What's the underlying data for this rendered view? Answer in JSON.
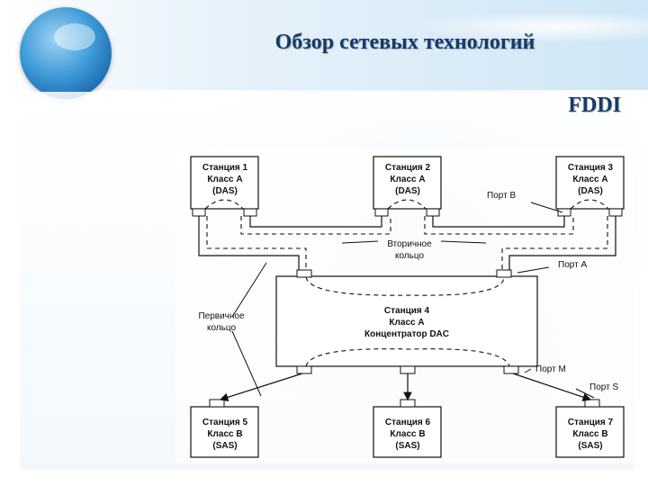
{
  "header": {
    "title": "Обзор сетевых технологий",
    "subtitle": "FDDI"
  },
  "stations": {
    "s1": [
      "Станция 1",
      "Класс A",
      "(DAS)"
    ],
    "s2": [
      "Станция 2",
      "Класс A",
      "(DAS)"
    ],
    "s3": [
      "Станция 3",
      "Класс A",
      "(DAS)"
    ],
    "s4": [
      "Станция 4",
      "Класс A",
      "Концентратор DAC"
    ],
    "s5": [
      "Станция 5",
      "Класс B",
      "(SAS)"
    ],
    "s6": [
      "Станция 6",
      "Класс B",
      "(SAS)"
    ],
    "s7": [
      "Станция 7",
      "Класс B",
      "(SAS)"
    ]
  },
  "labels": {
    "secondary_ring": [
      "Вторичное",
      "кольцо"
    ],
    "primary_ring": [
      "Первичное",
      "кольцо"
    ],
    "port_b": "Порт B",
    "port_a": "Порт A",
    "port_m": "Порт M",
    "port_s": "Порт S"
  },
  "colors": {
    "title": "#173a68",
    "globe": "#3f9bd8"
  }
}
